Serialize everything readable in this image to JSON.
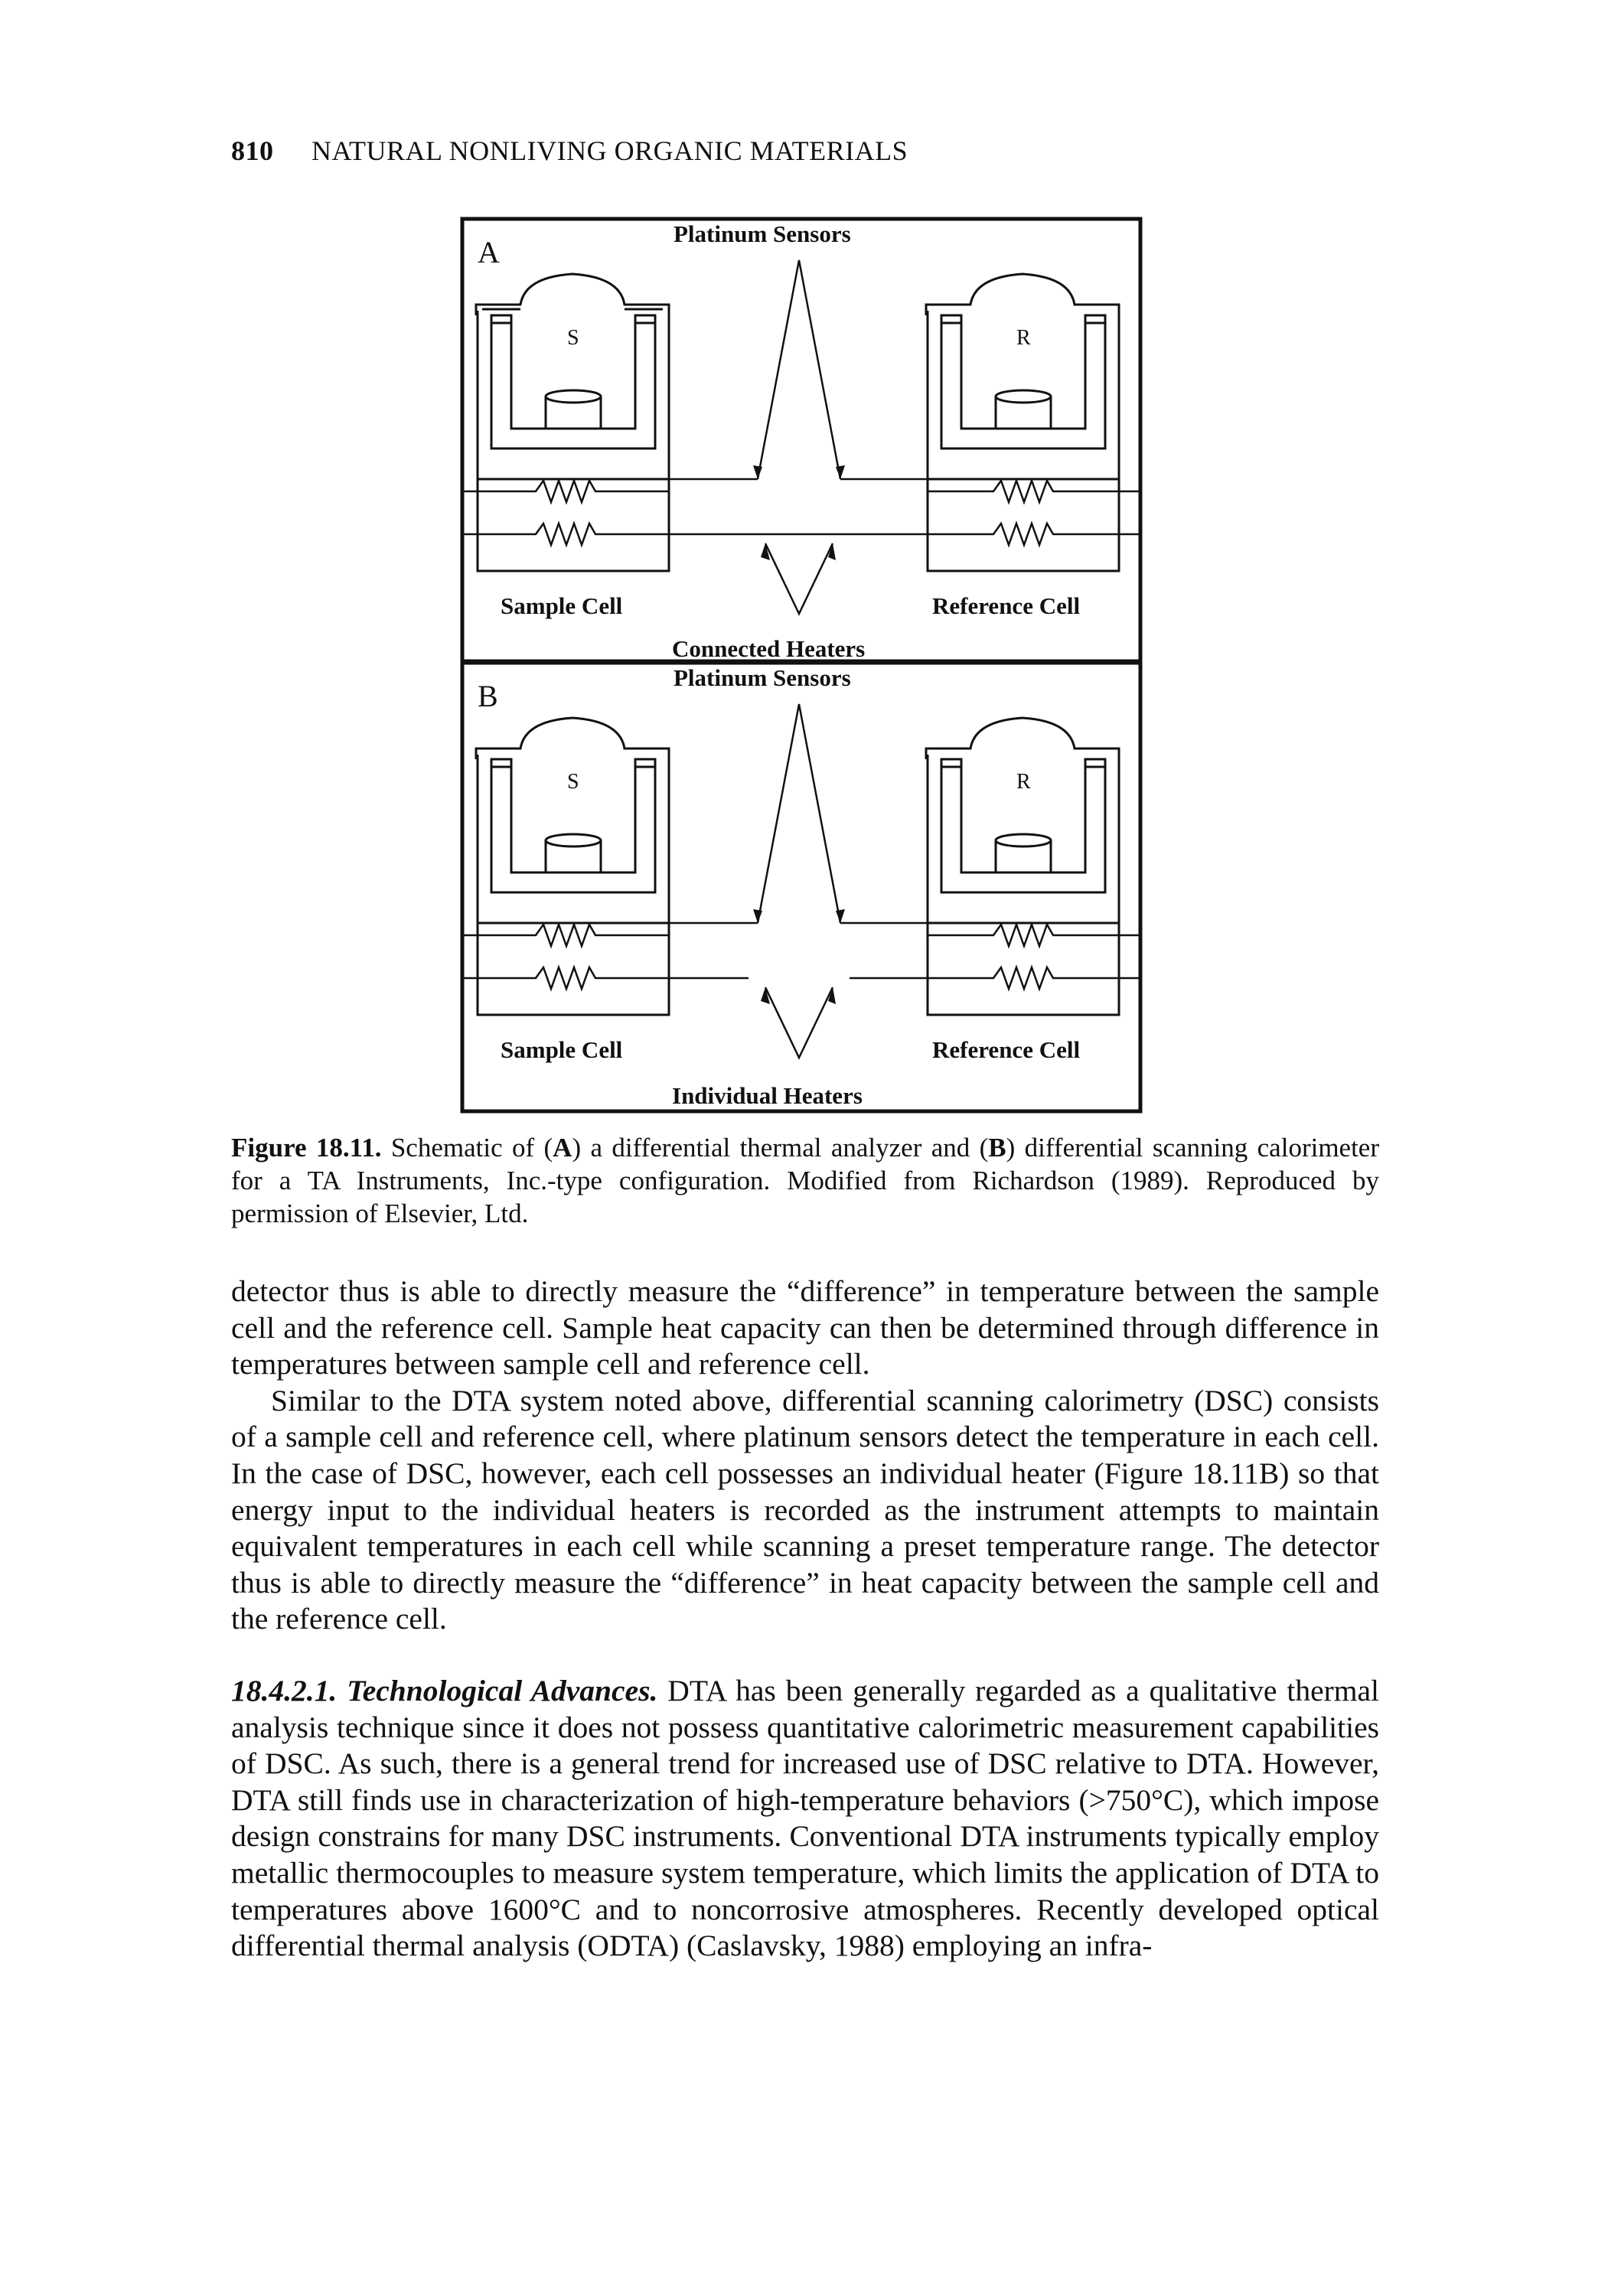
{
  "header": {
    "page_number": "810",
    "running_title": "NATURAL NONLIVING ORGANIC MATERIALS"
  },
  "figure": {
    "panels": [
      {
        "letter": "A",
        "top_label": "Platinum Sensors",
        "left_cell_letter": "S",
        "right_cell_letter": "R",
        "left_cell_label": "Sample Cell",
        "right_cell_label": "Reference Cell",
        "bottom_label": "Connected Heaters"
      },
      {
        "letter": "B",
        "top_label": "Platinum Sensors",
        "left_cell_letter": "S",
        "right_cell_letter": "R",
        "left_cell_label": "Sample Cell",
        "right_cell_label": "Reference Cell",
        "bottom_label": "Individual Heaters"
      }
    ]
  },
  "caption": {
    "label": "Figure 18.11.",
    "seg1": " Schematic of (",
    "a": "A",
    "seg2": ") a differential thermal analyzer and (",
    "b": "B",
    "seg3": ") differential scanning calorimeter for a TA Instruments, Inc.-type configuration. Modified from Richardson (1989). Reproduced by permission of Elsevier, Ltd."
  },
  "body": {
    "p1": "detector thus is able to directly measure the “difference” in temperature between the sample cell and the reference cell. Sample heat capacity can then be determined through difference in temperatures between sample cell and reference cell.",
    "p2": "Similar to the DTA system noted above, differential scanning calorimetry (DSC) consists of a sample cell and reference cell, where platinum sensors detect the temperature in each cell. In the case of DSC, however, each cell possesses an individual heater (Figure 18.11B) so that energy input to the individual heaters is recorded as the instrument attempts to maintain equivalent temperatures in each cell while scanning a preset temperature range. The detector thus is able to directly measure the “difference” in heat capacity between the sample cell and the reference cell.",
    "p3_title": "18.4.2.1. Technological Advances.",
    "p3_text": " DTA has been generally regarded as a qualitative thermal analysis technique since it does not possess quantitative calorimetric measurement capabilities of DSC. As such, there is a general trend for increased use of DSC relative to DTA. However, DTA still finds use in characterization of high-temperature behaviors (>750°C), which impose design constrains for many DSC instruments. Conventional DTA instruments typically employ metallic thermocouples to measure system temperature, which limits the application of DTA to temperatures above 1600°C and to noncorrosive atmospheres. Recently developed optical differential thermal analysis (ODTA) (Caslavsky, 1988) employing an infra-"
  }
}
